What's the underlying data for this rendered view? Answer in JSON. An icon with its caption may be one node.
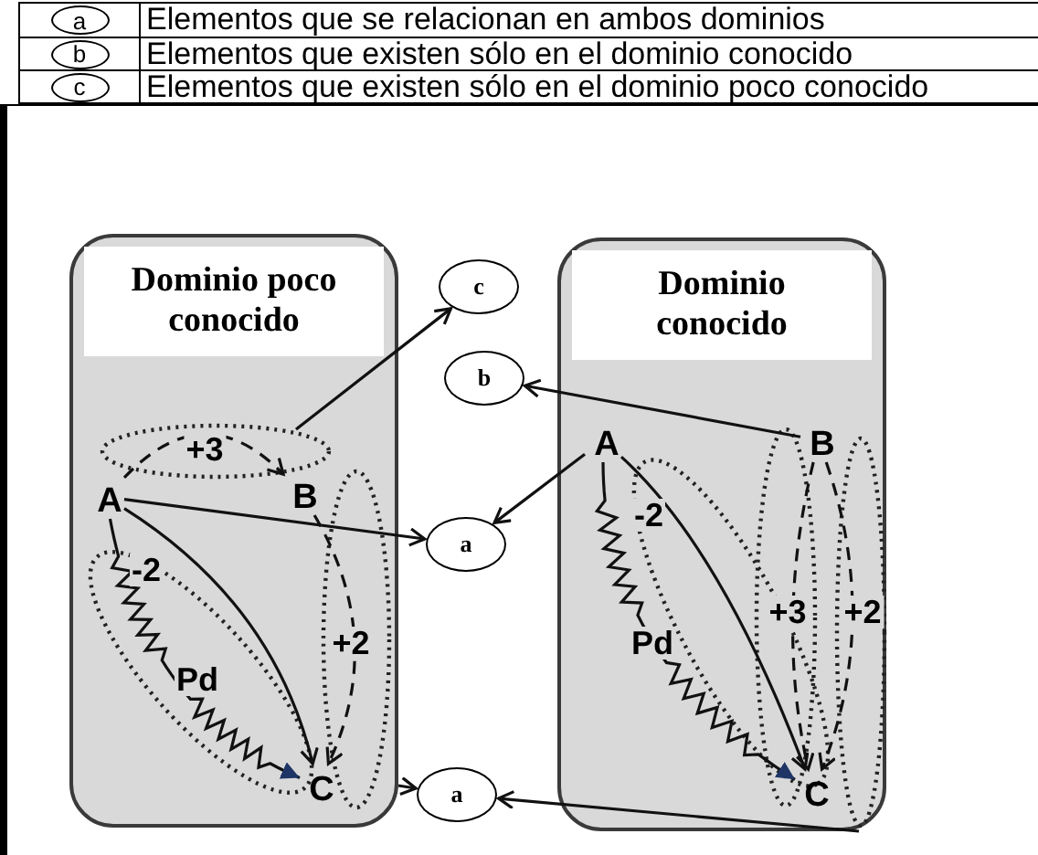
{
  "diagram": {
    "nodes": [
      {
        "text": [
          "a"
        ],
        "beside": [
          "Elementos que se relacionan en ambos dominios"
        ]
      },
      {
        "text": [
          "b"
        ],
        "beside": [
          "Elementos que existen sólo en el dominio conocido"
        ]
      },
      {
        "text": [
          "c"
        ],
        "beside": [
          "Elementos que existen sólo en el dominio poco conocido"
        ]
      },
      {
        "text": [
          "Dominio poco conocido"
        ]
      },
      {
        "text": [
          "A"
        ],
        "in": 3
      },
      {
        "text": [
          "B"
        ],
        "in": 3
      },
      {
        "text": [
          "C"
        ],
        "in": 3
      },
      {
        "text": [
          "c"
        ]
      },
      {
        "text": [
          "b"
        ]
      },
      {
        "text": [
          "a"
        ]
      },
      {
        "text": [
          "a"
        ]
      },
      {
        "text": [
          "Dominio conocido"
        ]
      },
      {
        "text": [
          "A"
        ],
        "in": 11
      },
      {
        "text": [
          "B"
        ],
        "in": 11
      },
      {
        "text": [
          "C"
        ],
        "in": 11
      }
    ],
    "edges": [
      {
        "from": 4,
        "to": 5,
        "arrow": "to",
        "label": "+3",
        "style": "dashed"
      },
      {
        "from": 4,
        "to": 6,
        "arrow": "to",
        "label": "-2"
      },
      {
        "from": 4,
        "to": 6,
        "arrow": "to",
        "label": "Pd"
      },
      {
        "from": 5,
        "to": 6,
        "arrow": "to",
        "label": "+2",
        "style": "dashed"
      },
      {
        "from": null,
        "to": 7,
        "arrow": "to"
      },
      {
        "from": 4,
        "to": 9,
        "arrow": "to"
      },
      {
        "from": 3,
        "to": 10,
        "arrow": "to"
      },
      {
        "from": 13,
        "to": 8,
        "arrow": "to"
      },
      {
        "from": 12,
        "to": 9,
        "arrow": "to"
      },
      {
        "from": 11,
        "to": 10,
        "arrow": "to"
      },
      {
        "from": 12,
        "to": 14,
        "arrow": "to",
        "label": "-2"
      },
      {
        "from": 12,
        "to": 14,
        "arrow": "to",
        "label": "Pd"
      },
      {
        "from": 13,
        "to": 14,
        "arrow": "to",
        "label": "+3",
        "style": "dashed"
      },
      {
        "from": 13,
        "to": 14,
        "arrow": "to",
        "label": "+2",
        "style": "dashed"
      }
    ]
  }
}
